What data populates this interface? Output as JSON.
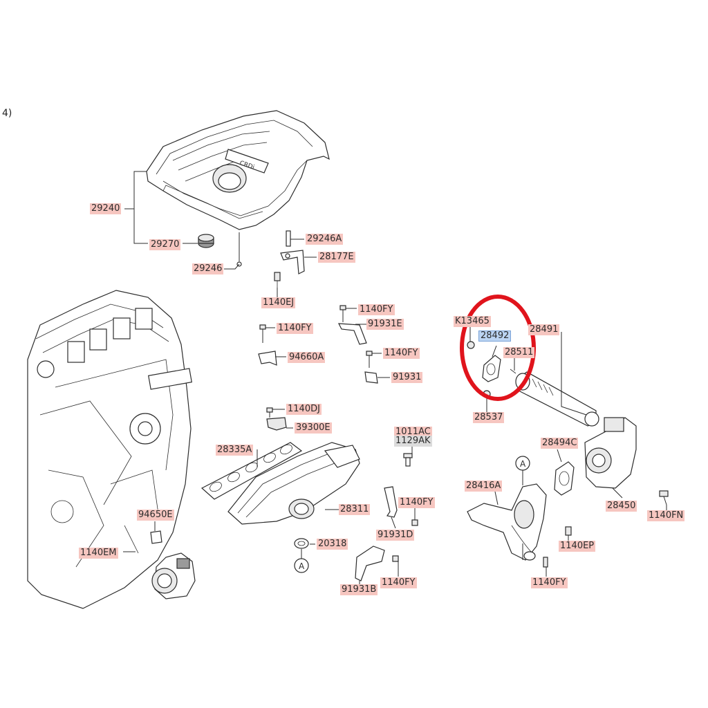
{
  "page_ref": "4)",
  "callout_mark": "A",
  "labels": {
    "l29240": "29240",
    "l29270": "29270",
    "l29246": "29246",
    "l29246A": "29246A",
    "l28177E": "28177E",
    "l1140EJ": "1140EJ",
    "l1140FY_a": "1140FY",
    "l91931E": "91931E",
    "l1140FY_b": "1140FY",
    "l94660A": "94660A",
    "l1140FY_c": "1140FY",
    "l91931": "91931",
    "l1140DJ": "1140DJ",
    "l39300E": "39300E",
    "l28335A": "28335A",
    "l1011AC": "1011AC",
    "l1129AK": "1129AK",
    "l28311": "28311",
    "l1140FY_d": "1140FY",
    "l91931D": "91931D",
    "l94650E": "94650E",
    "l1140EM": "1140EM",
    "l20318": "20318",
    "l91931B": "91931B",
    "l1140FY_e": "1140FY",
    "lK13465": "K13465",
    "l28492": "28492",
    "l28491": "28491",
    "l28511": "28511",
    "l28537": "28537",
    "l28494C": "28494C",
    "l28416A": "28416A",
    "l28450": "28450",
    "l1140FN": "1140FN",
    "l1140EP": "1140EP",
    "l1140FY_f": "1140FY"
  },
  "highlight": {
    "selected_part": "28492",
    "circle_color": "#e0141c"
  }
}
